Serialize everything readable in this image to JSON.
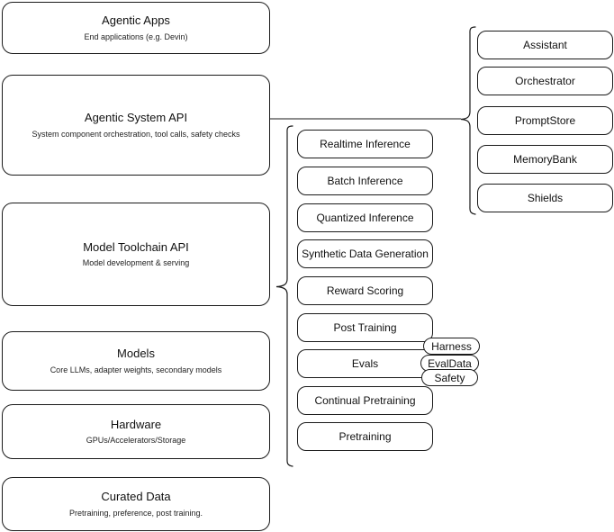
{
  "diagram": {
    "title": "Agentic stack layered architecture",
    "stroke_color": "#1a1a1a",
    "background_color": "#ffffff"
  },
  "left_stack": {
    "name": "platform-layers",
    "layers": [
      {
        "id": "agentic-apps",
        "title": "Agentic Apps",
        "subtitle": "End applications (e.g. Devin)"
      },
      {
        "id": "agentic-system-api",
        "title": "Agentic System API",
        "subtitle": "System component orchestration, tool calls, safety checks"
      },
      {
        "id": "model-toolchain-api",
        "title": "Model Toolchain API",
        "subtitle": "Model development & serving"
      },
      {
        "id": "models",
        "title": "Models",
        "subtitle": "Core LLMs, adapter weights, secondary models"
      },
      {
        "id": "hardware",
        "title": "Hardware",
        "subtitle": "GPUs/Accelerators/Storage"
      },
      {
        "id": "curated-data",
        "title": "Curated Data",
        "subtitle": "Pretraining, preference, post training."
      }
    ]
  },
  "middle_stack": {
    "name": "model-toolchain-capabilities",
    "items": [
      {
        "id": "realtime-inference",
        "label": "Realtime Inference"
      },
      {
        "id": "batch-inference",
        "label": "Batch Inference"
      },
      {
        "id": "quantized-inference",
        "label": "Quantized Inference"
      },
      {
        "id": "synthetic-data-generation",
        "label": "Synthetic Data Generation"
      },
      {
        "id": "reward-scoring",
        "label": "Reward Scoring"
      },
      {
        "id": "post-training",
        "label": "Post Training"
      },
      {
        "id": "evals",
        "label": "Evals"
      },
      {
        "id": "continual-pretraining",
        "label": "Continual Pretraining"
      },
      {
        "id": "pretraining",
        "label": "Pretraining"
      }
    ],
    "evals_badges": [
      {
        "id": "harness",
        "label": "Harness"
      },
      {
        "id": "evaldata",
        "label": "EvalData"
      },
      {
        "id": "safety",
        "label": "Safety"
      }
    ]
  },
  "right_stack": {
    "name": "agentic-system-components",
    "items": [
      {
        "id": "assistant",
        "label": "Assistant"
      },
      {
        "id": "orchestrator",
        "label": "Orchestrator"
      },
      {
        "id": "promptstore",
        "label": "PromptStore"
      },
      {
        "id": "memorybank",
        "label": "MemoryBank"
      },
      {
        "id": "shields",
        "label": "Shields"
      }
    ]
  }
}
